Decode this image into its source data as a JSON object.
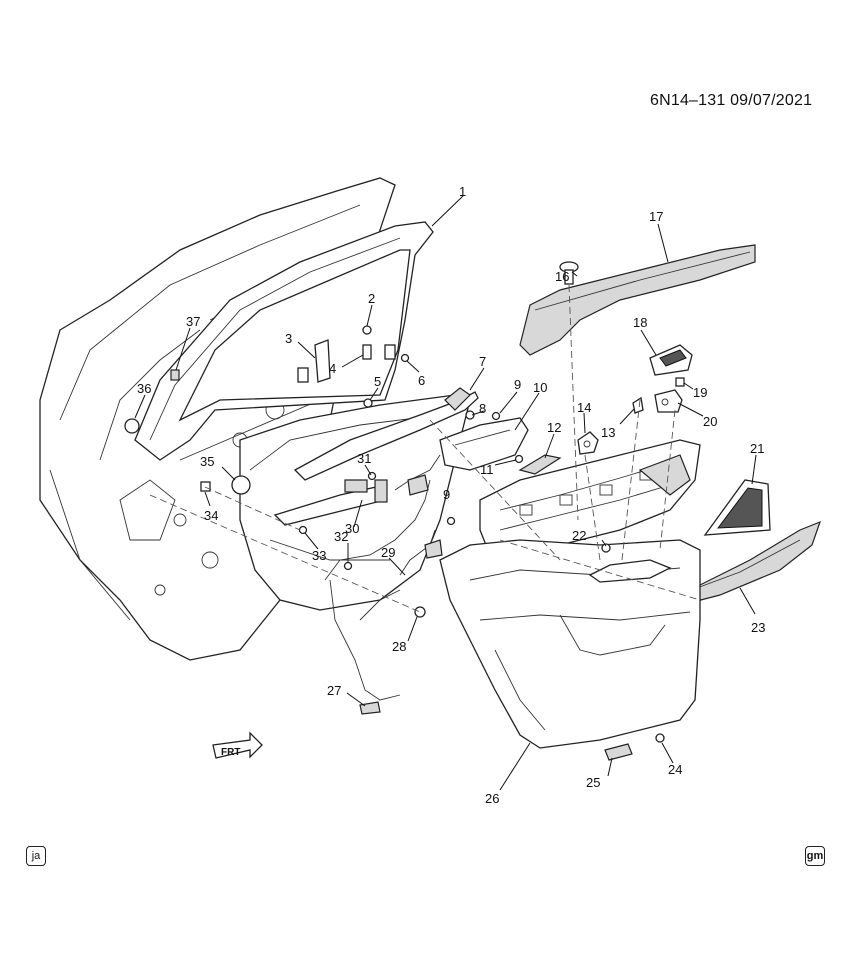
{
  "diagram": {
    "code": "6N14–131  09/07/2021",
    "front_label": "FRT",
    "badge_left": "ja",
    "badge_right": "gm"
  },
  "callouts": {
    "c1": "1",
    "c2": "2",
    "c3": "3",
    "c4": "4",
    "c5": "5",
    "c6": "6",
    "c7": "7",
    "c8": "8",
    "c9a": "9",
    "c9b": "9",
    "c10": "10",
    "c11": "11",
    "c12": "12",
    "c13": "13",
    "c14": "14",
    "c16": "16",
    "c17": "17",
    "c18": "18",
    "c19": "19",
    "c20": "20",
    "c21": "21",
    "c22": "22",
    "c23": "23",
    "c24": "24",
    "c25": "25",
    "c26": "26",
    "c27": "27",
    "c28": "28",
    "c29": "29",
    "c30": "30",
    "c31": "31",
    "c32": "32",
    "c33": "33",
    "c34": "34",
    "c35": "35",
    "c36": "36",
    "c37": "37"
  }
}
